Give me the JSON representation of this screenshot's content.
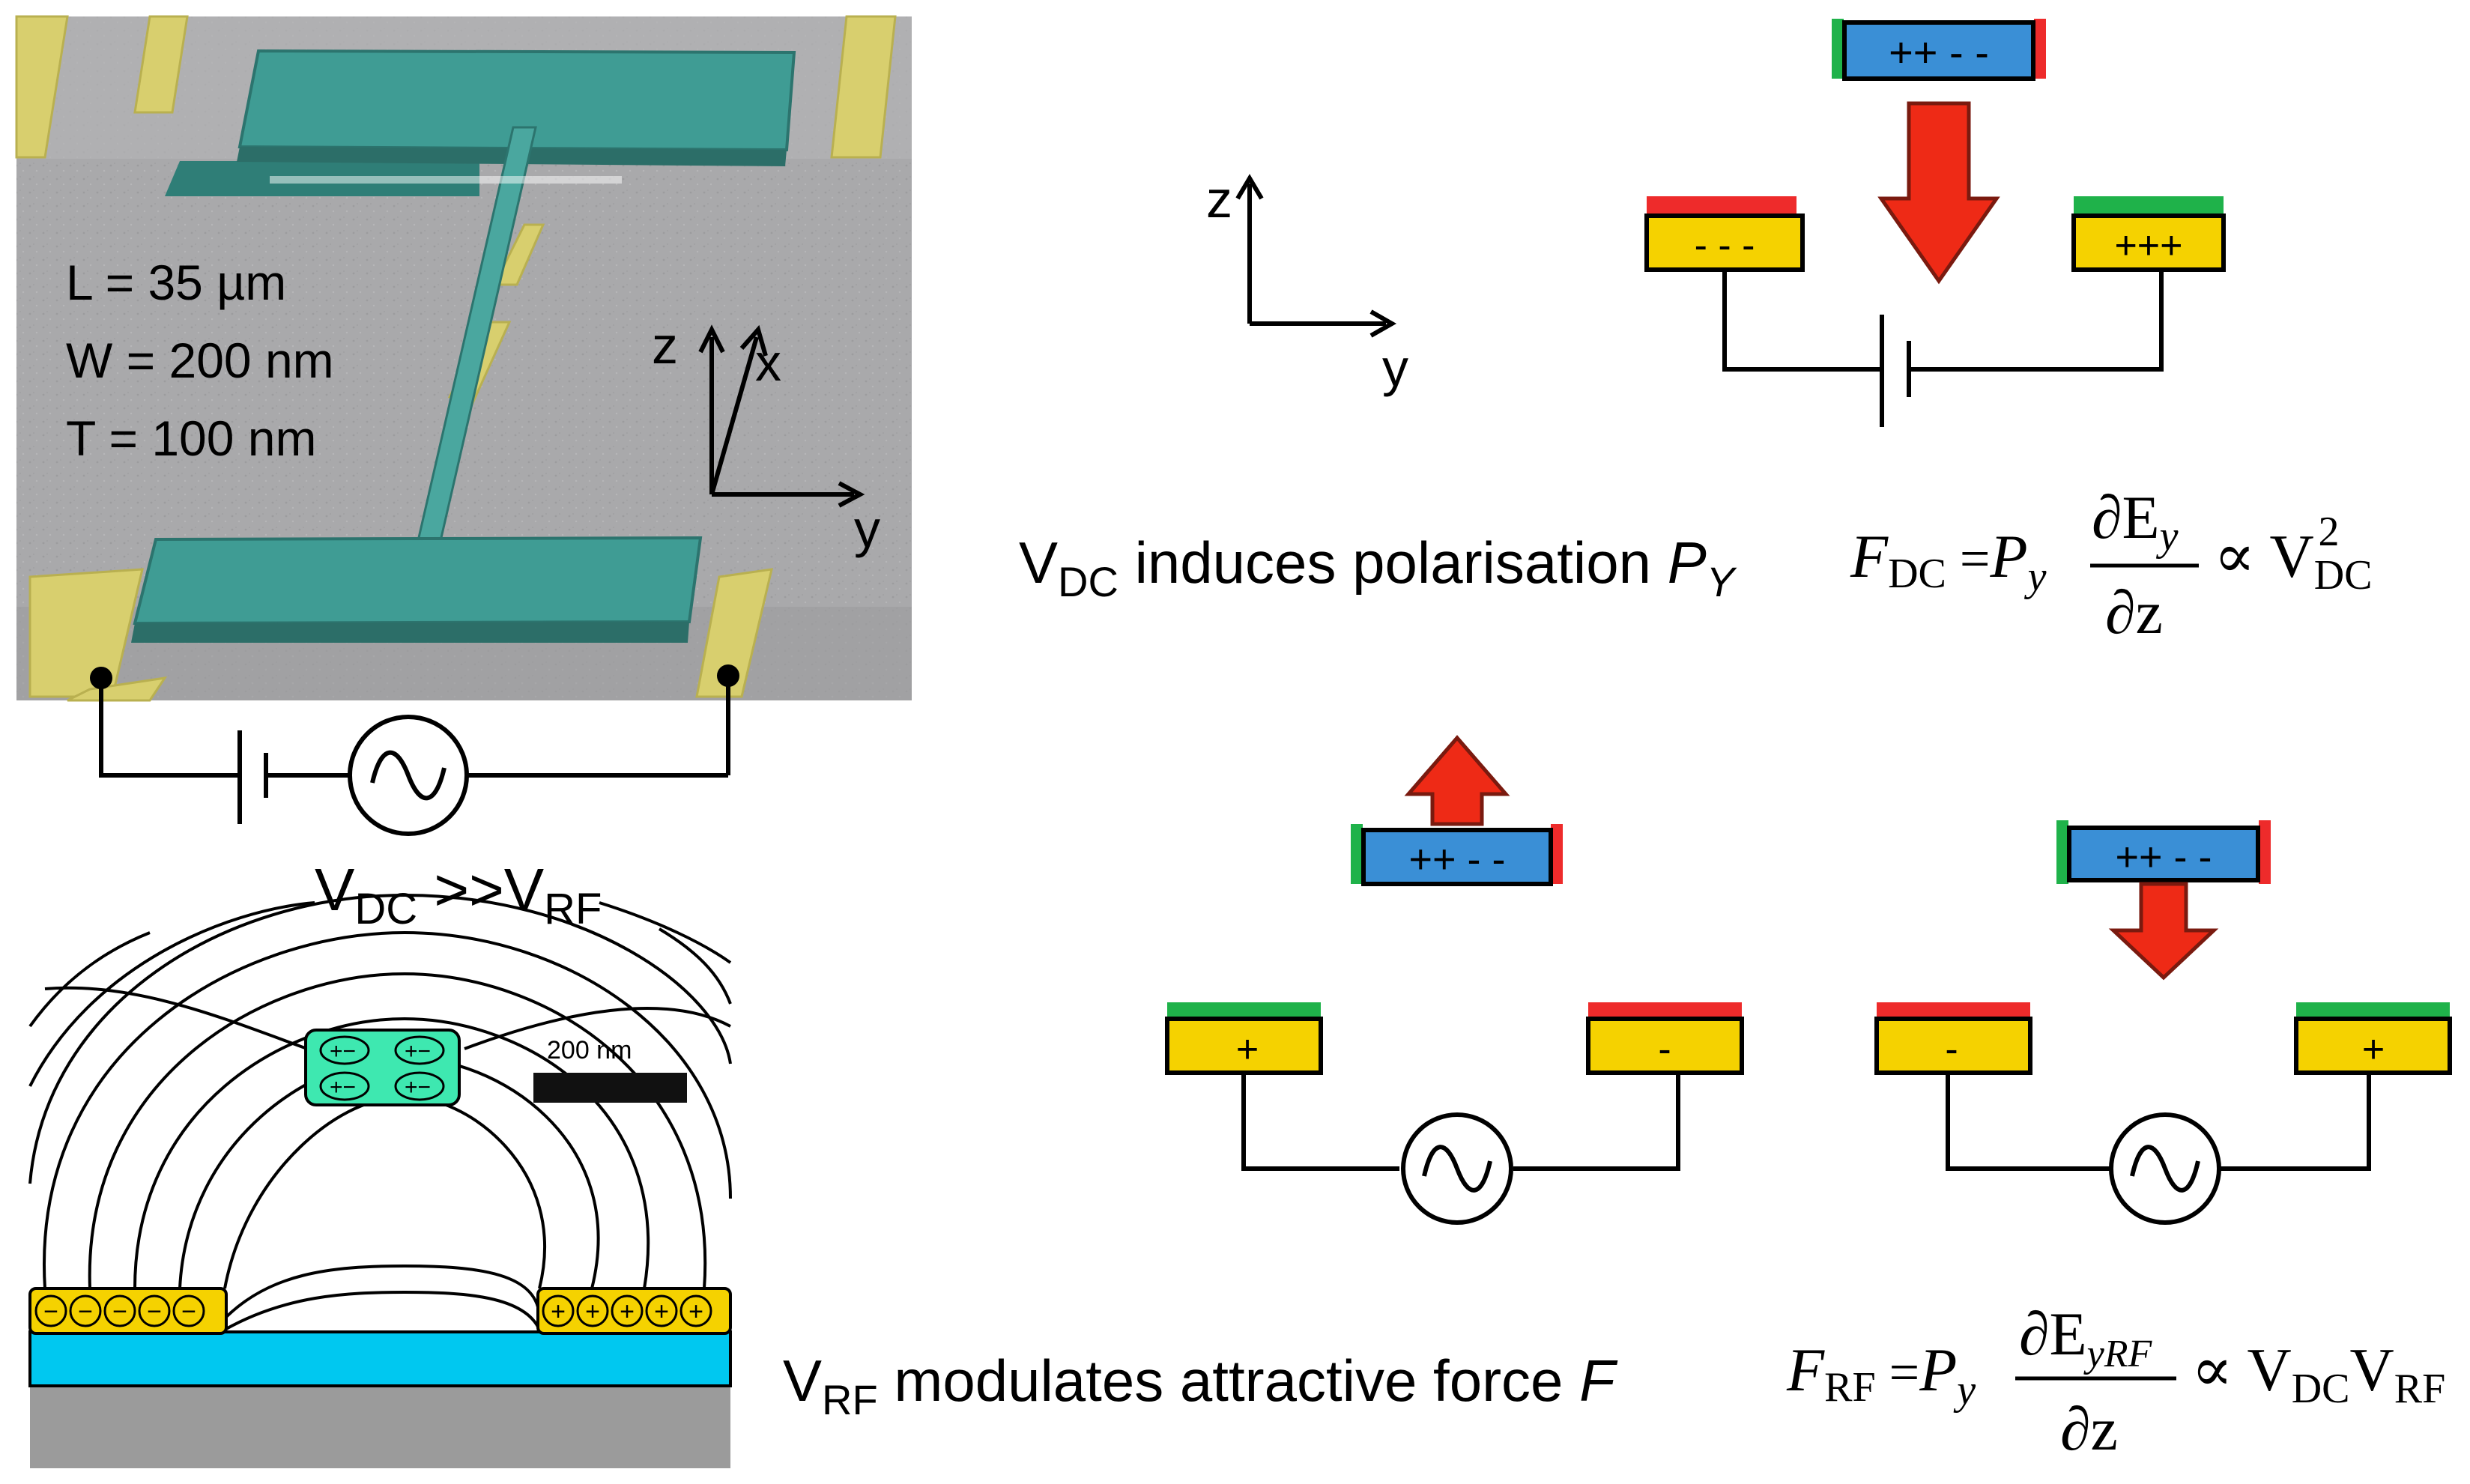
{
  "colors": {
    "electrode_gold": "#f5d200",
    "beam_blue": "#3a8fd6",
    "sem_teal": "#3f9c94",
    "sem_gold": "#d8cf6e",
    "cross_section_teal": "#3ee8b0",
    "substrate_cyan": "#00c8f0",
    "arrow_red": "#ee2a16",
    "edge_green": "#1fb24a",
    "edge_red": "#ee2b2b"
  },
  "icons": [
    "ac-source-icon",
    "dc-battery-icon",
    "force-arrow-icon",
    "axes-icon"
  ],
  "sem": {
    "length": "L = 35 µm",
    "width": "W = 200 nm",
    "thickness": "T = 100 nm",
    "axis_z": "z",
    "axis_x": "x",
    "axis_y": "y"
  },
  "bias_relation": {
    "vdc": "V",
    "vdc_sub": "DC",
    "gt": " >>V",
    "vrf_sub": "RF"
  },
  "cross_section": {
    "scale_bar": "200 nm",
    "beam_charges": [
      "+−",
      "+−",
      "+−",
      "+−"
    ],
    "left_electrode_charges": [
      "−",
      "−",
      "−",
      "−",
      "−"
    ],
    "right_electrode_charges": [
      "+",
      "+",
      "+",
      "+",
      "+"
    ]
  },
  "dc_panel": {
    "axis_z": "z",
    "axis_y": "y",
    "beam_label": "++ - -",
    "left_electrode": "- - -",
    "right_electrode": "+++",
    "caption_v": "V",
    "caption_sub": "DC",
    "caption_mid": " induces polarisation ",
    "caption_p": "P",
    "caption_p_sub": "Y",
    "eq_f": "F",
    "eq_f_sub": "DC",
    "eq_eq": " =",
    "eq_p": "P",
    "eq_p_sub": "y",
    "eq_num": "∂E",
    "eq_num_sub": "y",
    "eq_den": "∂z",
    "eq_prop": "∝ V",
    "eq_v_sub": "DC",
    "eq_v_sup": "2"
  },
  "rf_panel": {
    "beam_label_left": "++ - -",
    "beam_label_right": "++ - -",
    "left_pos": "+",
    "left_neg": "-",
    "right_neg": "-",
    "right_pos": "+",
    "caption_v": "V",
    "caption_sub": "RF",
    "caption_mid": " modulates attractive force ",
    "caption_f": "F",
    "eq_f": "F",
    "eq_f_sub": "RF",
    "eq_eq": " =",
    "eq_p": "P",
    "eq_p_sub": "y",
    "eq_num": "∂E",
    "eq_num_sub": "yRF",
    "eq_den": "∂z",
    "eq_prop": "∝ V",
    "eq_v1_sub": "DC",
    "eq_v2": "V",
    "eq_v2_sub": "RF"
  }
}
